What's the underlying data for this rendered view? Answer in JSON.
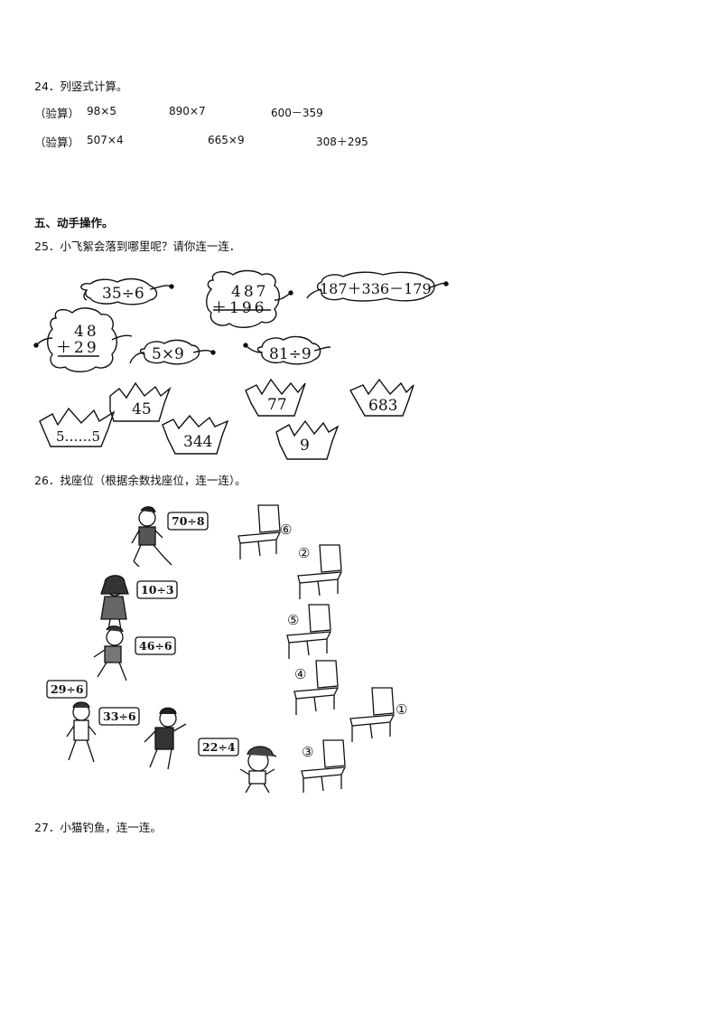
{
  "q24": {
    "title": "24．列竖式计算。",
    "rows": [
      {
        "label": "（验算）",
        "items": [
          "98×5",
          "890×7",
          "600－359"
        ]
      },
      {
        "label": "（验算）",
        "items": [
          "507×4",
          "665×9",
          "308＋295"
        ]
      }
    ]
  },
  "section5": {
    "title": "五、动手操作。"
  },
  "q25": {
    "title": "25．小飞絮会落到哪里呢？请你连一连．",
    "seeds": [
      {
        "text": "35÷6"
      },
      {
        "line1": "487",
        "line2": "＋196"
      },
      {
        "text": "187＋336－179"
      },
      {
        "line1": "48",
        "line2": "＋29"
      },
      {
        "text": "5×9"
      },
      {
        "text": "81÷9"
      }
    ],
    "grass": [
      "45",
      "77",
      "683",
      "5……5",
      "344",
      "9"
    ]
  },
  "q26": {
    "title": "26．找座位（根据余数找座位，连一连）。",
    "kids": [
      "70÷8",
      "10÷3",
      "46÷6",
      "29÷6",
      "33÷6",
      "22÷4"
    ],
    "seats": [
      "⑥",
      "②",
      "⑤",
      "④",
      "①",
      "③"
    ]
  },
  "q27": {
    "title": "27．小猫钓鱼，连一连。"
  }
}
